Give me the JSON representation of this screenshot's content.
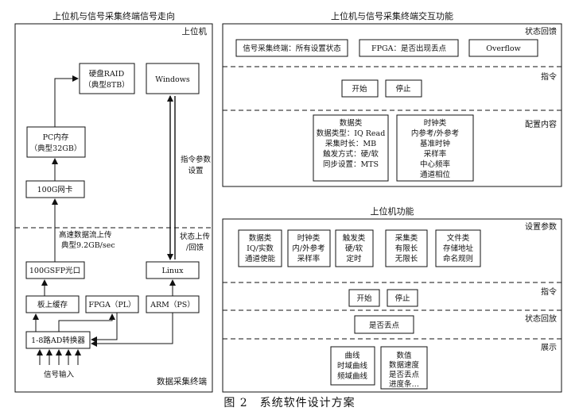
{
  "left_panel": {
    "title": "上位机与信号采集终端信号走向",
    "host_label": "上位机",
    "terminal_label": "数据采集终端",
    "nodes": {
      "raid": [
        "硬盘RAID",
        "（典型8TB）"
      ],
      "windows": "Windows",
      "pc_mem": [
        "PC内存",
        "（典型32GB）"
      ],
      "nic": "100G网卡",
      "sfp": "100GSFP光口",
      "linux": "Linux",
      "buffer": "板上缓存",
      "fpga": "FPGA（PL）",
      "arm": "ARM（PS）",
      "adc": "1-8路AD转换器"
    },
    "annotations": {
      "cmd_param": [
        "指令参数",
        "设置"
      ],
      "high_speed": [
        "高速数据流上传",
        "典型9.2GB/sec"
      ],
      "status": [
        "状态上传",
        "/回馈"
      ],
      "signal_in": "信号输入"
    }
  },
  "right_top": {
    "title": "上位机与信号采集终端交互功能",
    "sections": {
      "status": "状态回馈",
      "command": "指令",
      "config": "配置内容"
    },
    "status_boxes": [
      "信号采集终端：所有设置状态",
      "FPGA：是否出现丢点",
      "Overflow"
    ],
    "command_boxes": [
      "开始",
      "停止"
    ],
    "config_data": [
      "数据类",
      "数据类型：IQ Read",
      "采集时长：MB",
      "触发方式：硬/软",
      "同步设置：MTS"
    ],
    "config_clock": [
      "时钟类",
      "内参考/外参考",
      "基准时钟",
      "采样率",
      "中心频率",
      "通道相位"
    ]
  },
  "right_bottom": {
    "title": "上位机功能",
    "sections": {
      "params": "设置参数",
      "command": "指令",
      "status": "状态回放",
      "display": "展示"
    },
    "param_boxes": [
      [
        "数据类",
        "IQ/实数",
        "通道使能"
      ],
      [
        "时钟类",
        "内/外参考",
        "采样率"
      ],
      [
        "触发类",
        "硬/软",
        "定时"
      ],
      [
        "采集类",
        "有限长",
        "无限长"
      ],
      [
        "文件类",
        "存储地址",
        "命名规则"
      ]
    ],
    "command_boxes": [
      "开始",
      "停止"
    ],
    "status_box": "是否丢点",
    "display_curves": [
      "曲线",
      "时域曲线",
      "频域曲线"
    ],
    "display_values": [
      "数值",
      "数据速度",
      "是否丢点",
      "进度条…"
    ]
  },
  "caption": "图 2　系统软件设计方案"
}
